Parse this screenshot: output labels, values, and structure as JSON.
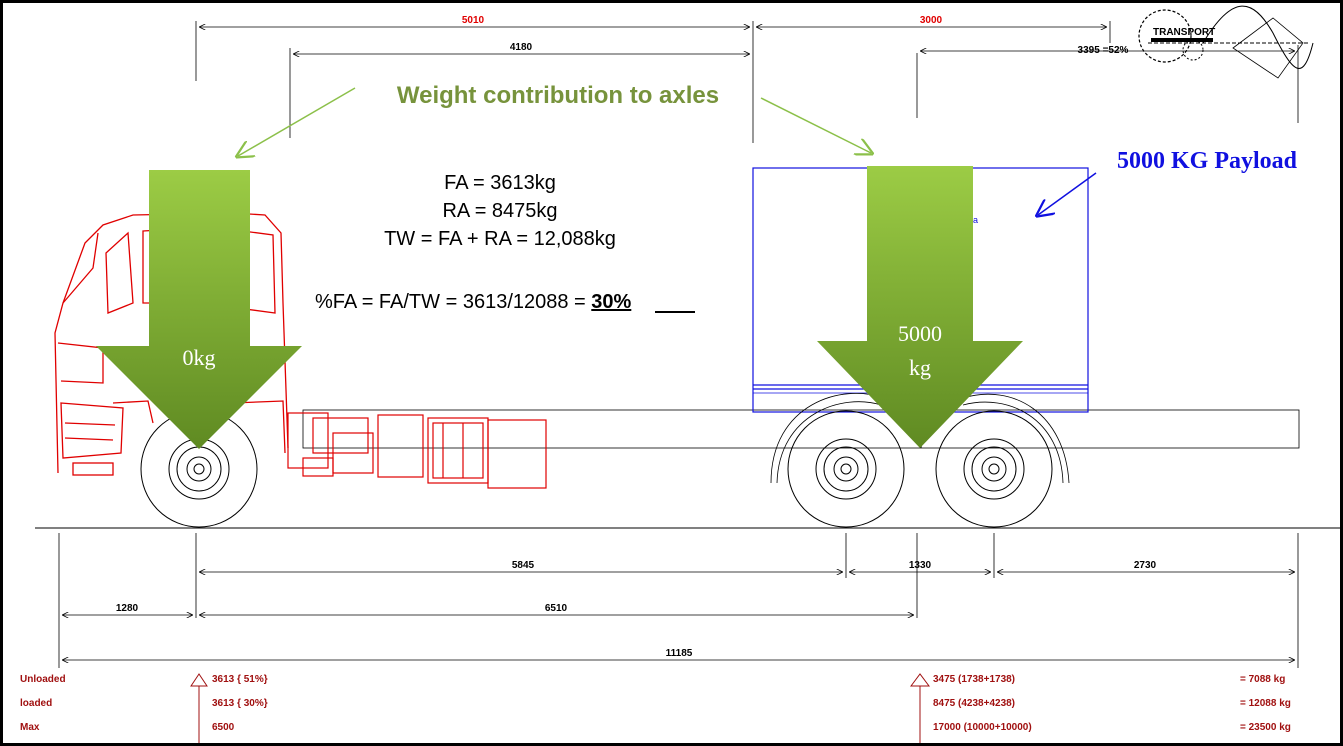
{
  "title": "Weight contribution to axles",
  "payload_label": "5000 KG Payload",
  "arrows": {
    "front_label": "0kg",
    "rear_label_line1": "5000",
    "rear_label_line2": "kg"
  },
  "calc": {
    "fa": "FA = 3613kg",
    "ra": "RA = 8475kg",
    "tw": "TW = FA + RA = 12,088kg",
    "pct_prefix": "%FA = FA/TW = 3613/12088 = ",
    "pct_value": "30%"
  },
  "top_dims": {
    "d5010": "5010",
    "d3000": "3000",
    "d4180": "4180",
    "d3395": "3395 =52%"
  },
  "bottom_dims": {
    "d5845": "5845",
    "d1330": "1330",
    "d2730": "2730",
    "d1280": "1280",
    "d6510": "6510",
    "d11185": "11185"
  },
  "logo": {
    "text": "TRANSPORT"
  },
  "table": {
    "rows": [
      {
        "label": "Unloaded",
        "front": "3613 { 51%}",
        "rear": "3475 (1738+1738)",
        "total": "= 7088 kg"
      },
      {
        "label": "loaded",
        "front": "3613 { 30%}",
        "rear": "8475 (4238+4238)",
        "total": "= 12088 kg"
      },
      {
        "label": "Max",
        "front": "6500",
        "rear": "17000 (10000+10000)",
        "total": "= 23500 kg"
      }
    ]
  },
  "colors": {
    "accent_green": "#77933c",
    "arrow_green": "#8cb43c",
    "cab_red": "#e00000",
    "payload_blue": "#1010e0",
    "table_red": "#a01010"
  }
}
